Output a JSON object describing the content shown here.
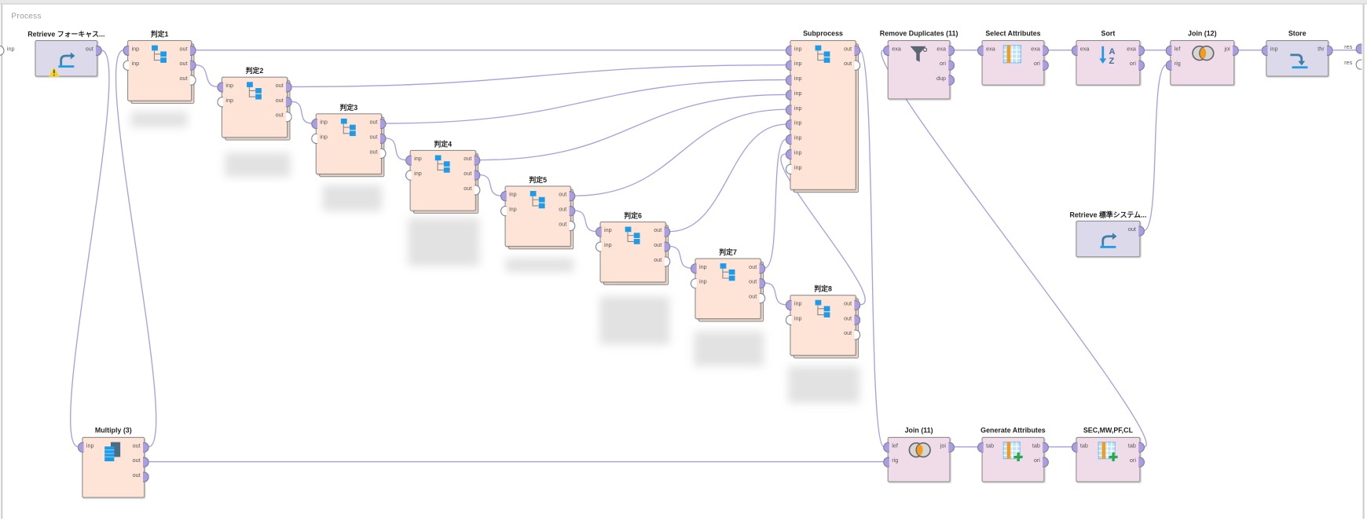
{
  "process_label": "Process",
  "process_ports": {
    "input": "inp",
    "outputs": [
      "res",
      "res"
    ]
  },
  "operators": {
    "retrieve_forecast": {
      "title": "Retrieve フォーキャス...",
      "ports_out": [
        "out"
      ],
      "warning": true
    },
    "hantei1": {
      "title": "判定1",
      "ports_in": [
        "inp",
        "inp"
      ],
      "ports_out": [
        "out",
        "out",
        "out"
      ]
    },
    "hantei2": {
      "title": "判定2",
      "ports_in": [
        "inp",
        "inp"
      ],
      "ports_out": [
        "out",
        "out",
        "out"
      ]
    },
    "hantei3": {
      "title": "判定3",
      "ports_in": [
        "inp",
        "inp"
      ],
      "ports_out": [
        "out",
        "out",
        "out"
      ]
    },
    "hantei4": {
      "title": "判定4",
      "ports_in": [
        "inp",
        "inp"
      ],
      "ports_out": [
        "out",
        "out",
        "out"
      ]
    },
    "hantei5": {
      "title": "判定5",
      "ports_in": [
        "inp",
        "inp"
      ],
      "ports_out": [
        "out",
        "out",
        "out"
      ]
    },
    "hantei6": {
      "title": "判定6",
      "ports_in": [
        "inp",
        "inp"
      ],
      "ports_out": [
        "out",
        "out",
        "out"
      ]
    },
    "hantei7": {
      "title": "判定7",
      "ports_in": [
        "inp",
        "inp"
      ],
      "ports_out": [
        "out",
        "out",
        "out"
      ]
    },
    "hantei8": {
      "title": "判定8",
      "ports_in": [
        "inp",
        "inp"
      ],
      "ports_out": [
        "out",
        "out",
        "out"
      ]
    },
    "subprocess": {
      "title": "Subprocess",
      "ports_in": [
        "inp",
        "inp",
        "inp",
        "inp",
        "inp",
        "inp",
        "inp",
        "inp",
        "inp"
      ],
      "ports_out": [
        "out",
        "out"
      ]
    },
    "remove_duplicates": {
      "title": "Remove Duplicates (11)",
      "ports_in": [
        "exa"
      ],
      "ports_out": [
        "exa",
        "ori",
        "dup"
      ]
    },
    "select_attributes": {
      "title": "Select Attributes",
      "ports_in": [
        "exa"
      ],
      "ports_out": [
        "exa",
        "ori"
      ]
    },
    "sort": {
      "title": "Sort",
      "ports_in": [
        "exa"
      ],
      "ports_out": [
        "exa",
        "ori"
      ]
    },
    "join12": {
      "title": "Join (12)",
      "ports_in": [
        "lef",
        "rig"
      ],
      "ports_out": [
        "joi"
      ]
    },
    "store": {
      "title": "Store",
      "ports_in": [
        "inp"
      ],
      "ports_out": [
        "thr"
      ]
    },
    "retrieve_standard": {
      "title": "Retrieve 標準システム...",
      "ports_out": [
        "out"
      ]
    },
    "multiply": {
      "title": "Multiply (3)",
      "ports_in": [
        "inp"
      ],
      "ports_out": [
        "out",
        "out",
        "out"
      ]
    },
    "join11": {
      "title": "Join (11)",
      "ports_in": [
        "lef",
        "rig"
      ],
      "ports_out": [
        "joi"
      ]
    },
    "generate_attributes": {
      "title": "Generate Attributes",
      "ports_in": [
        "tab"
      ],
      "ports_out": [
        "tab",
        "ori"
      ]
    },
    "sec_mw_pf_cl": {
      "title": "SEC,MW,PF,CL",
      "ports_in": [
        "tab"
      ],
      "ports_out": [
        "tab",
        "ori"
      ]
    }
  },
  "colors": {
    "wire": "#a99ee0",
    "port_connected": "#a99ee0",
    "operator_peach": "#fde4d6",
    "operator_pink": "#f0dbe8",
    "operator_lavender": "#dcd9ea"
  }
}
